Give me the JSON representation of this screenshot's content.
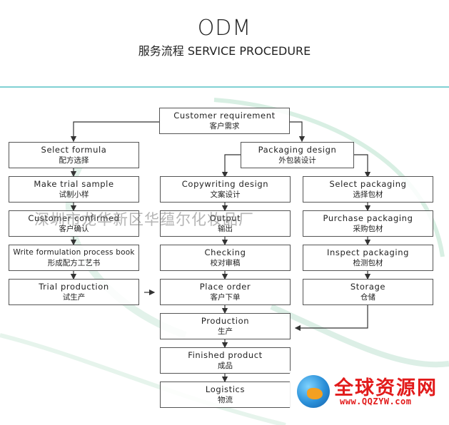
{
  "header": {
    "title": "ODM",
    "subtitle": "服务流程 SERVICE PROCEDURE"
  },
  "nodes": {
    "customer_requirement": {
      "en": "Customer requirement",
      "zh": "客户需求"
    },
    "select_formula": {
      "en": "Select  formula",
      "zh": "配方选择"
    },
    "make_trial_sample": {
      "en": "Make trial sample",
      "zh": "试制小样"
    },
    "customer_confirmed": {
      "en": "Customer  confirmed",
      "zh": "客户确认"
    },
    "write_formulation": {
      "en": "Write formulation process book",
      "zh": "形成配方工艺书"
    },
    "trial_production": {
      "en": "Trial production",
      "zh": "试生产"
    },
    "packaging_design": {
      "en": "Packaging design",
      "zh": "外包装设计"
    },
    "copywriting_design": {
      "en": "Copywriting design",
      "zh": "文案设计"
    },
    "output": {
      "en": "Output",
      "zh": "输出"
    },
    "checking": {
      "en": "Checking",
      "zh": "校对审稿"
    },
    "place_order": {
      "en": "Place order",
      "zh": "客户下单"
    },
    "production": {
      "en": "Production",
      "zh": "生产"
    },
    "finished_product": {
      "en": "Finished product",
      "zh": "成品"
    },
    "logistics": {
      "en": "Logistics",
      "zh": "物流"
    },
    "select_packaging": {
      "en": "Select packaging",
      "zh": "选择包材"
    },
    "purchase_packaging": {
      "en": "Purchase packaging",
      "zh": "采购包材"
    },
    "inspect_packaging": {
      "en": "Inspect packaging",
      "zh": "检测包材"
    },
    "storage": {
      "en": "Storage",
      "zh": "仓储"
    }
  },
  "watermark": {
    "text": "深圳市龙华新区华蕴尔化妆品厂"
  },
  "logo": {
    "name": "全球资源网",
    "url": "www.QQZYW.com"
  },
  "colors": {
    "accent_rule": "#7fd1d3",
    "logo_red": "#e21b1b"
  }
}
